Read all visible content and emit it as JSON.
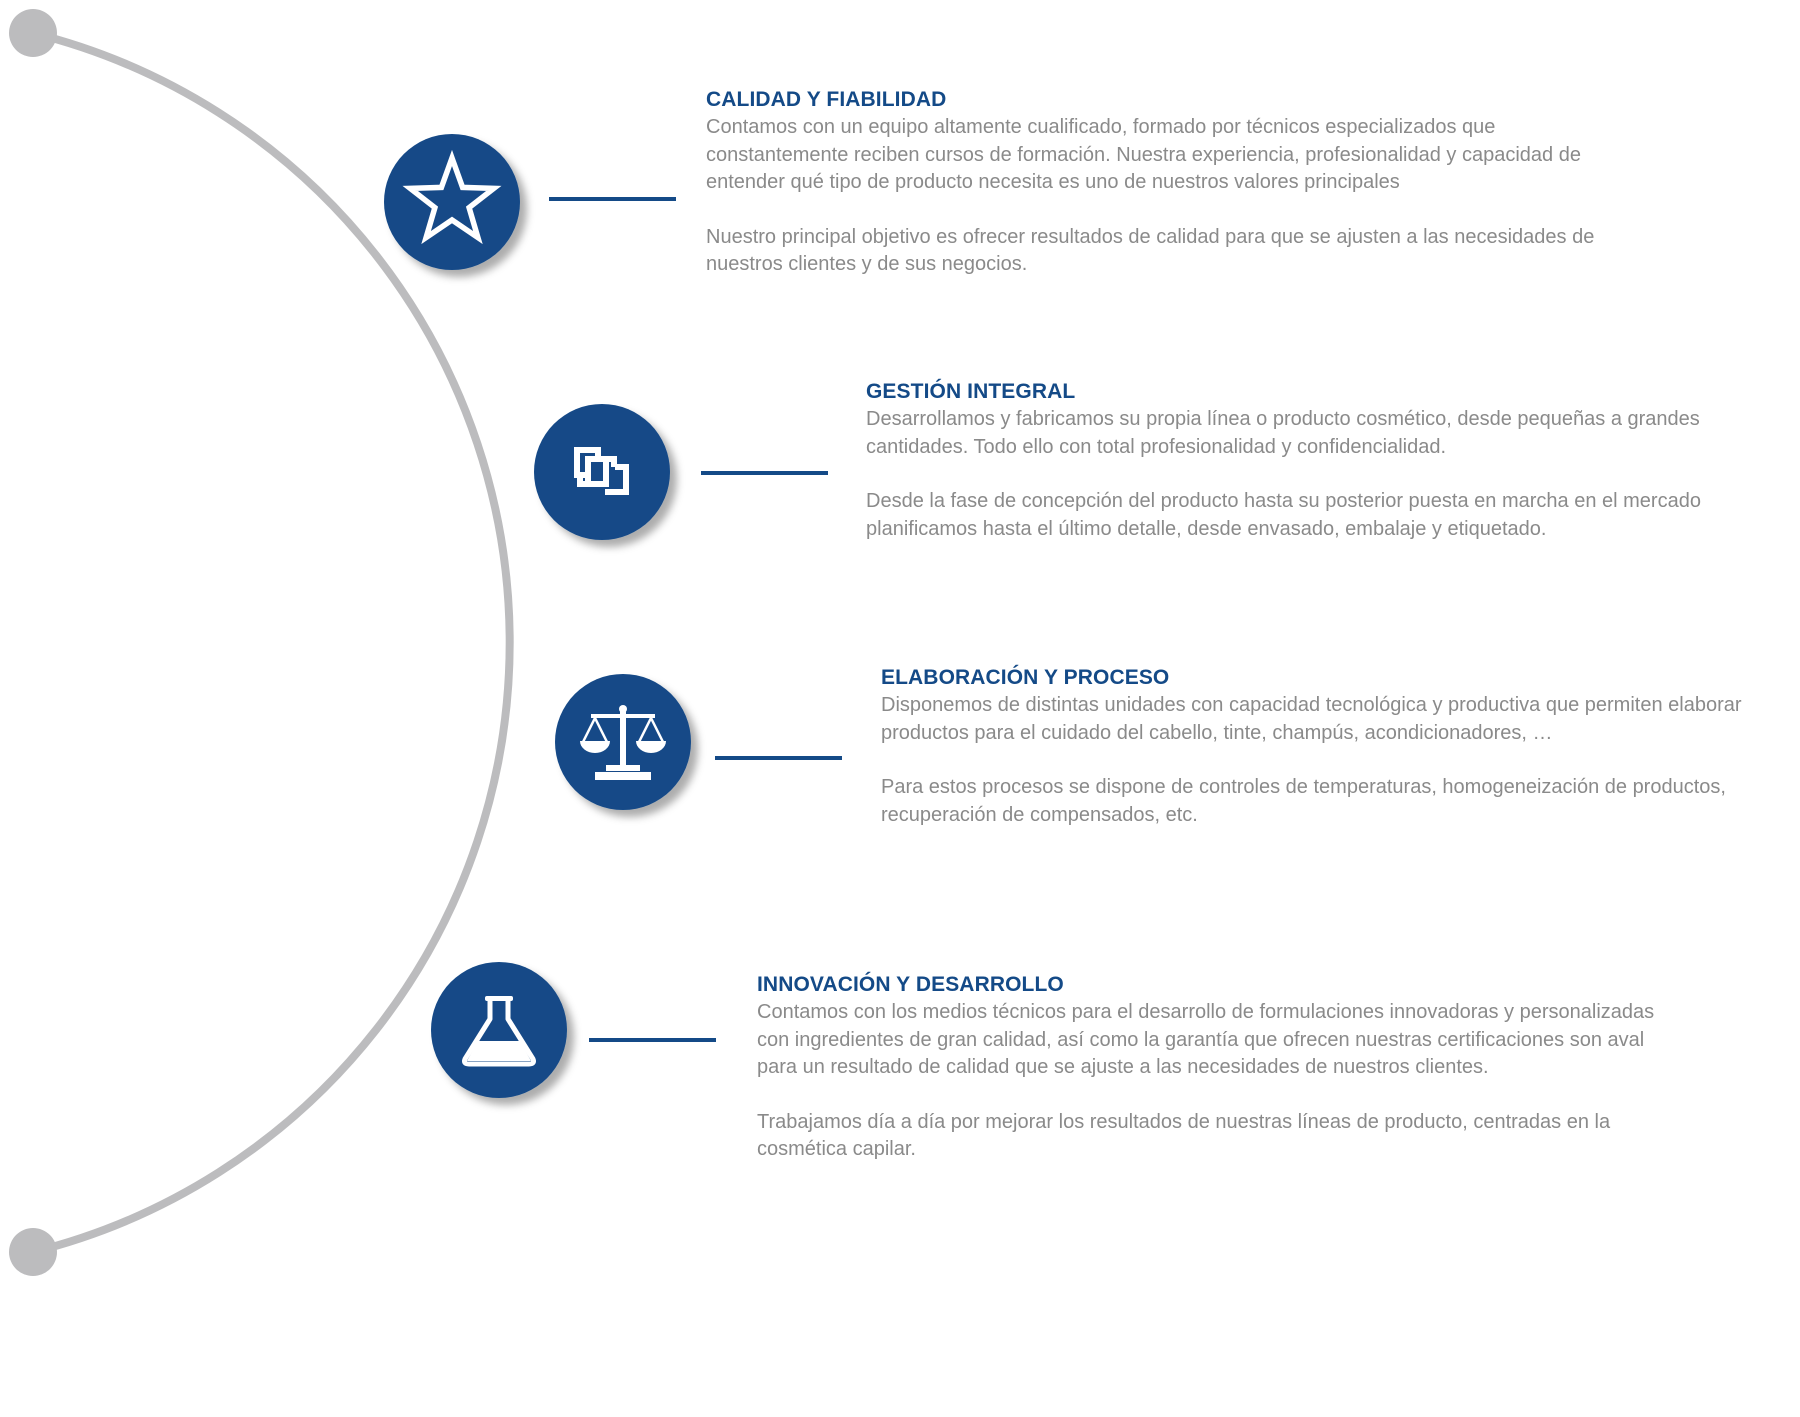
{
  "colors": {
    "brand_blue": "#144a87",
    "arc_grey": "#bcbcbe",
    "text_grey": "#8a8a8a",
    "title_blue": "#144a87"
  },
  "sections": [
    {
      "icon": "star-icon",
      "title": "CALIDAD Y FIABILIDAD",
      "paragraphs": [
        "Contamos con un equipo altamente cualificado, formado por técnicos especializados que constantemente reciben cursos de formación. Nuestra experiencia, profesionalidad y capacidad de entender qué tipo de producto necesita es uno de nuestros valores principales",
        "Nuestro principal objetivo es ofrecer resultados de calidad para que se ajusten a las necesidades de nuestros clientes y de sus negocios."
      ]
    },
    {
      "icon": "interlocking-squares-icon",
      "title": "GESTIÓN INTEGRAL",
      "paragraphs": [
        "Desarrollamos y fabricamos su propia línea o producto cosmético, desde pequeñas a grandes cantidades. Todo ello con total profesionalidad y confidencialidad.",
        "Desde la fase de concepción del producto hasta su posterior puesta en marcha en el mercado planificamos hasta el último detalle, desde envasado, embalaje y etiquetado."
      ]
    },
    {
      "icon": "balance-scale-icon",
      "title": "ELABORACIÓN Y PROCESO",
      "paragraphs": [
        "Disponemos de distintas unidades con capacidad tecnológica y productiva que permiten elaborar productos para el cuidado del cabello, tinte, champús, acondicionadores, …",
        "Para estos procesos se dispone de controles de temperaturas, homogeneización de productos, recuperación de compensados, etc."
      ]
    },
    {
      "icon": "flask-icon",
      "title": "INNOVACIÓN Y DESARROLLO",
      "paragraphs": [
        "Contamos con los medios técnicos para el desarrollo de formulaciones innovadoras y personalizadas con ingredientes de gran calidad, así como la garantía que ofrecen nuestras certificaciones son aval para un resultado de calidad que se ajuste a las necesidades de nuestros clientes.",
        "Trabajamos día a día por mejorar los resultados de nuestras líneas de producto, centradas en la cosmética capilar."
      ]
    }
  ]
}
